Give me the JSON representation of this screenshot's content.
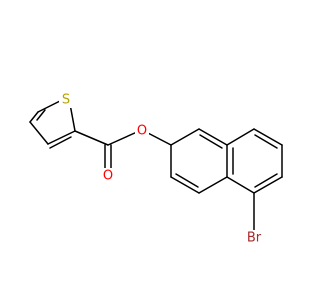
{
  "molecule": {
    "atoms": {
      "S": {
        "text": "S",
        "color": "#b5a400"
      },
      "O_ester": {
        "text": "O",
        "color": "#ff0000"
      },
      "O_carbonyl": {
        "text": "O",
        "color": "#ff0000"
      },
      "Br": {
        "text": "Br",
        "color": "#a52a2a"
      }
    },
    "bond_color": "#000000",
    "background": "#ffffff"
  }
}
